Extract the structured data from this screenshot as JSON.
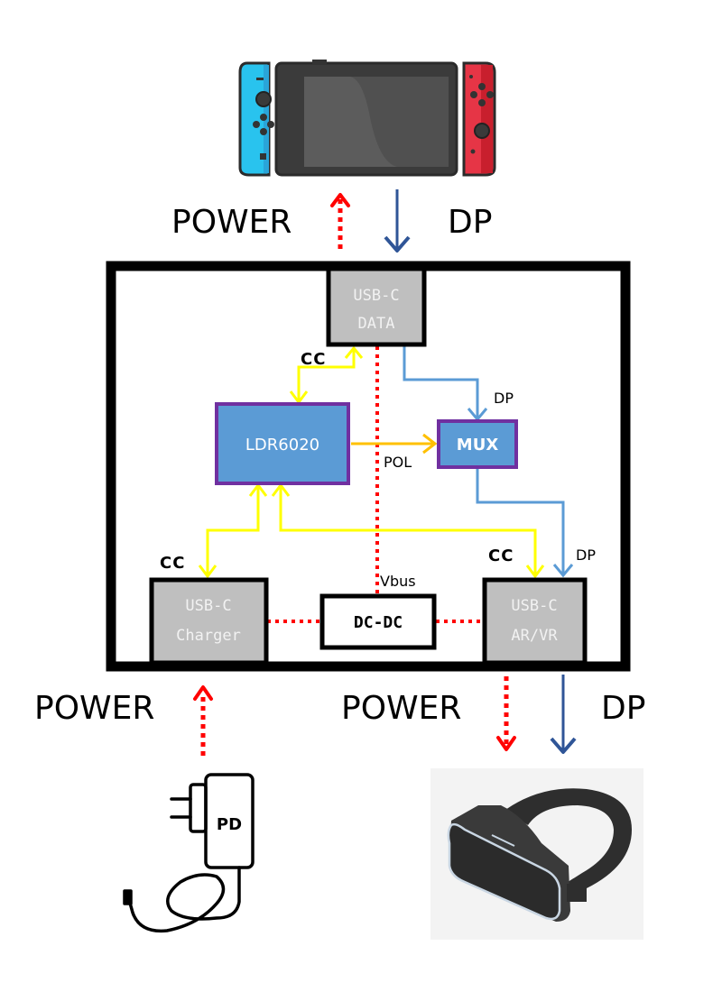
{
  "colors": {
    "power": "#ff0000",
    "dp_external": "#2f5597",
    "dp_internal": "#5b9bd5",
    "cc": "#ffff00",
    "pol": "#ffc000",
    "chip_fill": "#5b9bd5",
    "chip_border": "#7030a0",
    "port_fill": "#bfbfbf",
    "border": "#000000"
  },
  "top": {
    "device_icon": "game-console-icon",
    "power_label": "POWER",
    "dp_label": "DP"
  },
  "ports": {
    "data": {
      "line1": "USB-C",
      "line2": "DATA"
    },
    "charger": {
      "line1": "USB-C",
      "line2": "Charger"
    },
    "arvr": {
      "line1": "USB-C",
      "line2": "AR/VR"
    }
  },
  "chips": {
    "controller": "LDR6020",
    "mux": "MUX",
    "dcdc": "DC-DC"
  },
  "signals": {
    "cc_top": "CC",
    "cc_left": "CC",
    "cc_right": "CC",
    "dp_to_mux": "DP",
    "dp_to_arvr": "DP",
    "pol": "POL",
    "vbus": "Vbus"
  },
  "bottom": {
    "left_power_label": "POWER",
    "right_power_label": "POWER",
    "right_dp_label": "DP",
    "charger_icon": "power-adapter-icon",
    "charger_label": "PD",
    "headset_icon": "vr-headset-icon"
  }
}
